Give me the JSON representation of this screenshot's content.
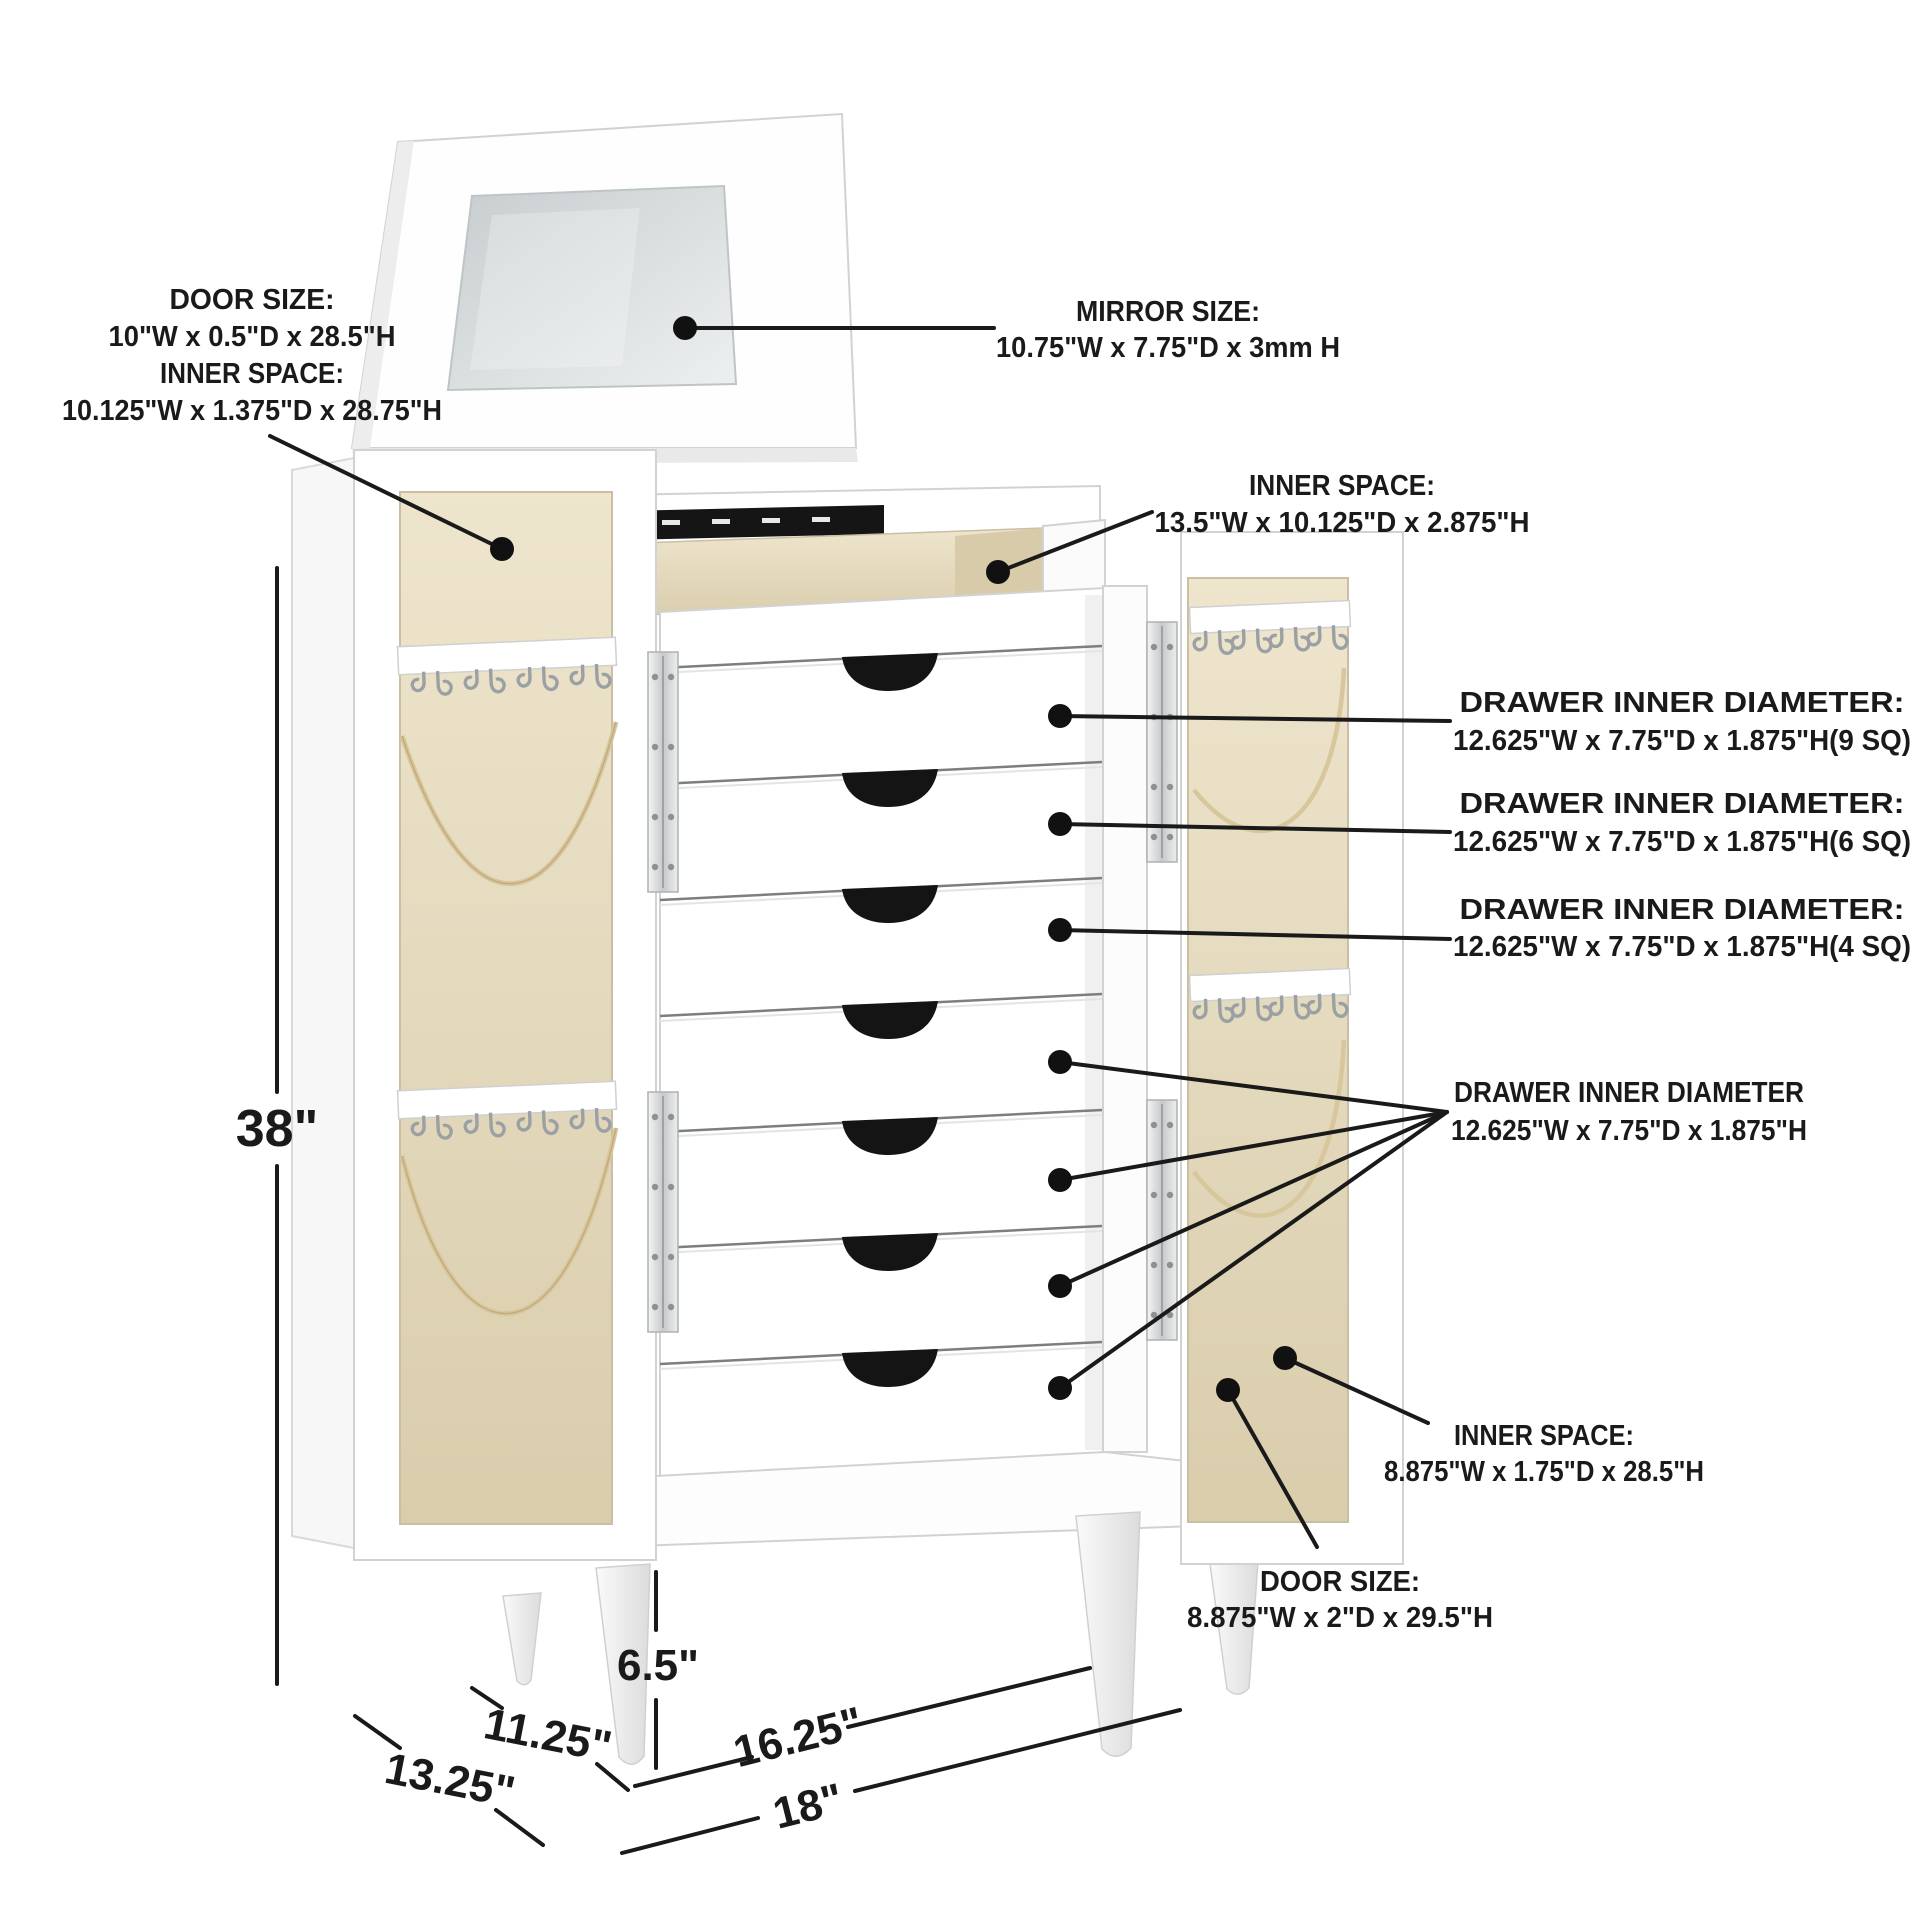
{
  "diagram": {
    "product": "jewelry armoire dimension diagram",
    "annotations": {
      "left_door": {
        "line1": "DOOR SIZE:",
        "line2": "10\"W x 0.5\"D x 28.5\"H",
        "line3": "INNER SPACE:",
        "line4": "10.125\"W x 1.375\"D x 28.75\"H"
      },
      "mirror": {
        "title": "MIRROR SIZE:",
        "size": "10.75\"W x 7.75\"D x 3mm H"
      },
      "top_inner_space": {
        "title": "INNER SPACE:",
        "size": "13.5\"W x 10.125\"D x 2.875\"H"
      },
      "drawer_9sq": {
        "title": "DRAWER INNER DIAMETER:",
        "size": "12.625\"W x 7.75\"D x 1.875\"H(9 SQ)"
      },
      "drawer_6sq": {
        "title": "DRAWER INNER DIAMETER:",
        "size": "12.625\"W x 7.75\"D x 1.875\"H(6 SQ)"
      },
      "drawer_4sq": {
        "title": "DRAWER INNER DIAMETER:",
        "size": "12.625\"W x 7.75\"D x 1.875\"H(4 SQ)"
      },
      "drawer_plain": {
        "title": "DRAWER INNER DIAMETER",
        "size": "12.625\"W x 7.75\"D x 1.875\"H"
      },
      "right_inner_space": {
        "title": "INNER SPACE:",
        "size": "8.875\"W x 1.75\"D x 28.5\"H"
      },
      "right_door": {
        "title": "DOOR SIZE:",
        "size": "8.875\"W x 2\"D x 29.5\"H"
      }
    },
    "dimensions": {
      "overall_height": "38\"",
      "leg_height": "6.5\"",
      "top_depth": "11.25\"",
      "base_depth": "13.25\"",
      "top_width": "16.25\"",
      "base_width": "18\""
    },
    "colors": {
      "line": "#1a1a1a",
      "text": "#1a1a1a",
      "furniture_outline": "#d2d2d2",
      "panel_beige": "#ece3cb",
      "panel_beige_dark": "#d8cbaa",
      "mirror": "#d3d8d9",
      "hardware_silver": "#c9cdcf",
      "chain_gold": "#d8c69c",
      "background": "#ffffff"
    }
  }
}
